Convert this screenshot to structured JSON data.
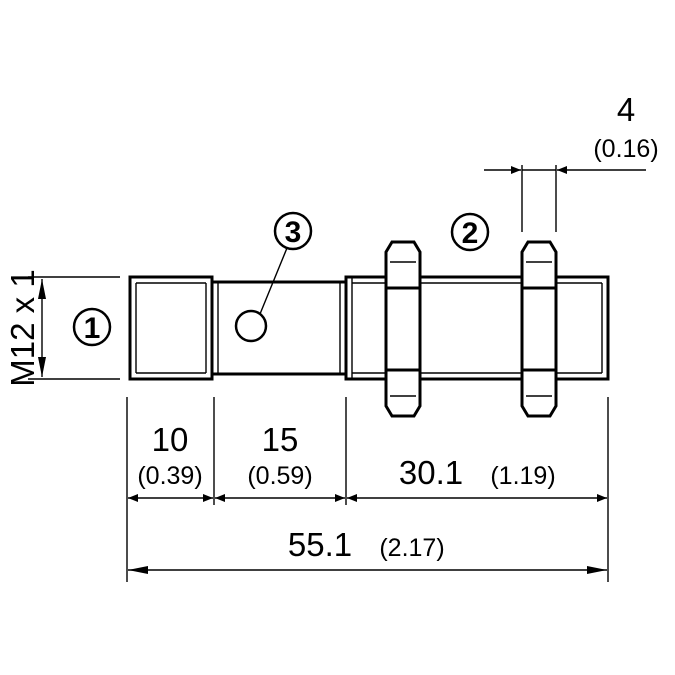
{
  "thread_label": "M12 x 1",
  "callouts": [
    "1",
    "2",
    "3"
  ],
  "dimensions": {
    "nut_width": {
      "value": "4",
      "alt": "(0.16)"
    },
    "seg1": {
      "value": "10",
      "alt": "(0.39)"
    },
    "seg2": {
      "value": "15",
      "alt": "(0.59)"
    },
    "seg3": {
      "value": "30.1",
      "alt": "(1.19)"
    },
    "total": {
      "value": "55.1",
      "alt": "(2.17)"
    }
  }
}
